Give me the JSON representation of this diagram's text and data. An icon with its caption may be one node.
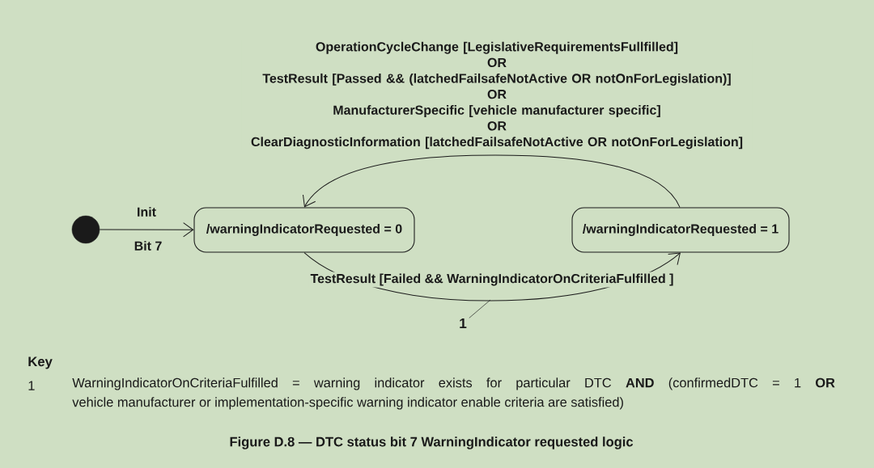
{
  "diagram": {
    "caption": "Figure D.8 — DTC status bit 7 WarningIndicator requested logic",
    "nodes": [
      {
        "text": [],
        "shape": "circle"
      },
      {
        "text": [
          "/warningIndicatorRequested = 0"
        ]
      },
      {
        "text": [
          "/warningIndicatorRequested = 1"
        ]
      },
      {
        "text": [
          "1"
        ]
      }
    ],
    "edges": [
      {
        "from": 0,
        "to": 1,
        "arrow": "to",
        "label": "Init"
      },
      {
        "from": 2,
        "to": 1,
        "arrow": "to",
        "label": "OperationCycleChange [LegislativeRequirementsFullfilled] OR TestResult [Passed && (latchedFailsafeNotActive OR notOnForLegislation)] OR ManufacturerSpecific [vehicle manufacturer specific] OR ClearDiagnosticInformation [latchedFailsafeNotActive OR notOnForLegislation]"
      },
      {
        "from": 1,
        "to": 2,
        "arrow": "to",
        "label": "TestResult [Failed && WarningIndicatorOnCriteriaFulfilled ]"
      },
      {
        "from": 3,
        "to": null,
        "arrow": "none"
      }
    ],
    "labels": [
      "Bit 7",
      "Key",
      "1",
      "WarningIndicatorOnCriteriaFulfilled = warning indicator exists for particular DTC **AND** (confirmedDTC = 1 **OR** vehicle manufacturer or implementation-specific warning indicator enable criteria are satisfied)"
    ]
  }
}
